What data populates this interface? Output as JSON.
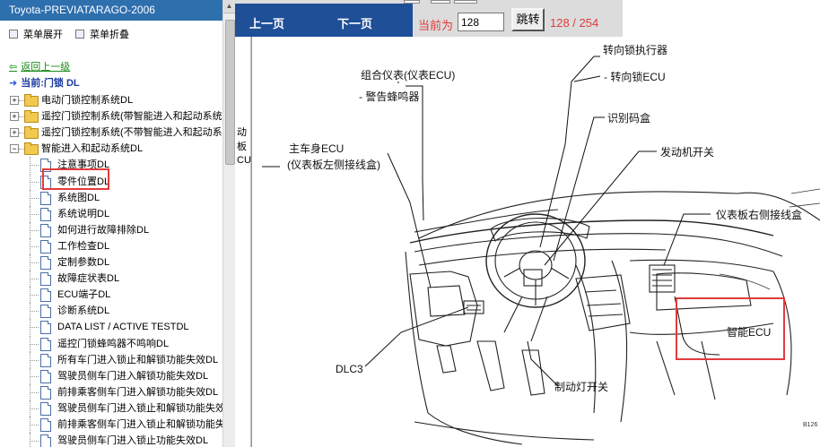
{
  "left_panel": {
    "title": "Toyota-PREVIATARAGO-2006",
    "expand_menu": "菜单展开",
    "collapse_menu": "菜单折叠",
    "back_link": "返回上一级",
    "current": "当前:门锁 DL",
    "tree": [
      {
        "label": "电动门锁控制系统DL",
        "type": "folder",
        "expandable": true
      },
      {
        "label": "遥控门锁控制系统(带智能进入和起动系统)DL",
        "type": "folder",
        "expandable": true
      },
      {
        "label": "遥控门锁控制系统(不带智能进入和起动系统)DL",
        "type": "folder",
        "expandable": true
      },
      {
        "label": "智能进入和起动系统DL",
        "type": "folder",
        "expandable": true,
        "open": true
      },
      {
        "label": "注意事项DL",
        "type": "doc"
      },
      {
        "label": "零件位置DL",
        "type": "doc",
        "selected": true
      },
      {
        "label": "系统图DL",
        "type": "doc"
      },
      {
        "label": "系统说明DL",
        "type": "doc"
      },
      {
        "label": "如何进行故障排除DL",
        "type": "doc"
      },
      {
        "label": "工作检查DL",
        "type": "doc"
      },
      {
        "label": "定制参数DL",
        "type": "doc"
      },
      {
        "label": "故障症状表DL",
        "type": "doc"
      },
      {
        "label": "ECU端子DL",
        "type": "doc"
      },
      {
        "label": "诊断系统DL",
        "type": "doc"
      },
      {
        "label": "DATA LIST / ACTIVE TESTDL",
        "type": "doc"
      },
      {
        "label": "遥控门锁蜂鸣器不鸣响DL",
        "type": "doc"
      },
      {
        "label": "所有车门进入锁止和解锁功能失效DL",
        "type": "doc"
      },
      {
        "label": "驾驶员侧车门进入解锁功能失效DL",
        "type": "doc"
      },
      {
        "label": "前排乘客侧车门进入解锁功能失效DL",
        "type": "doc"
      },
      {
        "label": "驾驶员侧车门进入锁止和解锁功能失效DL",
        "type": "doc"
      },
      {
        "label": "前排乘客侧车门进入锁止和解锁功能失效DL",
        "type": "doc"
      },
      {
        "label": "驾驶员侧车门进入锁止功能失效DL",
        "type": "doc"
      }
    ]
  },
  "toolbar": {
    "prev": "上一页",
    "next": "下一页",
    "page_label": "当前为",
    "page_value": "128",
    "go": "跳转",
    "page_count": "128 / 254"
  },
  "diagram": {
    "callouts": {
      "combo_meter": "组合仪表(仪表ECU)",
      "buzzer": "- 警告蜂鸣器",
      "steering_lock_actuator": "转向锁执行器",
      "steering_lock_ecu": "- 转向锁ECU",
      "id_code_box": "识别码盒",
      "main_body_ecu": "主车身ECU",
      "main_body_ecu_sub": "(仪表板左侧接线盒)",
      "engine_switch": "发动机开关",
      "right_jb": "仪表板右侧接线盒",
      "smart_ecu": "智能ECU",
      "dlc3": "DLC3",
      "stop_lamp_switch": "制动灯开关"
    },
    "figure_code": "B126",
    "edge_text": [
      "动板",
      "CU"
    ]
  },
  "colors": {
    "title_bar": "#2e6fae",
    "toolbar_bar": "#1f4f97",
    "highlight": "#e23b3b",
    "link_green": "#1a8a1a"
  }
}
